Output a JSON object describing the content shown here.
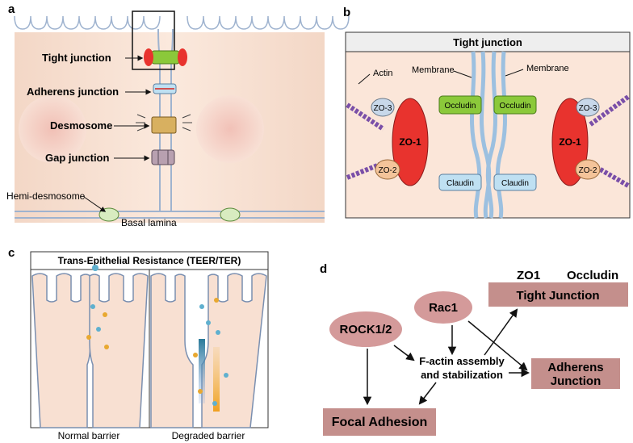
{
  "panel_a": {
    "letter": "a",
    "tight_junction": "Tight junction",
    "adherens_junction": "Adherens junction",
    "desmosome": "Desmosome",
    "gap_junction": "Gap junction",
    "hemi_desmosome": "Hemi-desmosome",
    "basal_lamina": "Basal lamina"
  },
  "panel_b": {
    "letter": "b",
    "title": "Tight junction",
    "actin": "Actin",
    "membrane_left": "Membrane",
    "membrane_right": "Membrane",
    "zo3_left": "ZO-3",
    "zo3_right": "ZO-3",
    "zo1_left": "ZO-1",
    "zo1_right": "ZO-1",
    "zo2_left": "ZO-2",
    "zo2_right": "ZO-2",
    "occludin_left": "Occludin",
    "occludin_right": "Occludin",
    "claudin_left": "Claudin",
    "claudin_right": "Claudin"
  },
  "panel_c": {
    "letter": "c",
    "title": "Trans-Epithelial Resistance (TEER/TER)",
    "normal": "Normal barrier",
    "degraded": "Degraded barrier"
  },
  "panel_d": {
    "letter": "d",
    "zo1": "ZO1",
    "occludin": "Occludin",
    "tight_junction": "Tight Junction",
    "rac1": "Rac1",
    "rock": "ROCK1/2",
    "factin_1": "F-actin assembly",
    "factin_2": "and stabilization",
    "adherens_1": "Adherens",
    "adherens_2": "Junction",
    "focal_adhesion": "Focal Adhesion"
  },
  "colors": {
    "cell_fill": "#f8e0d2",
    "membrane": "#9fb3cf",
    "zo1": "#e8332e",
    "occludin": "#8bc93a",
    "claudin": "#bfe0f2",
    "actin": "#7a4fa8",
    "node_fill": "#d49a9a",
    "box_fill": "#c48f8c"
  }
}
